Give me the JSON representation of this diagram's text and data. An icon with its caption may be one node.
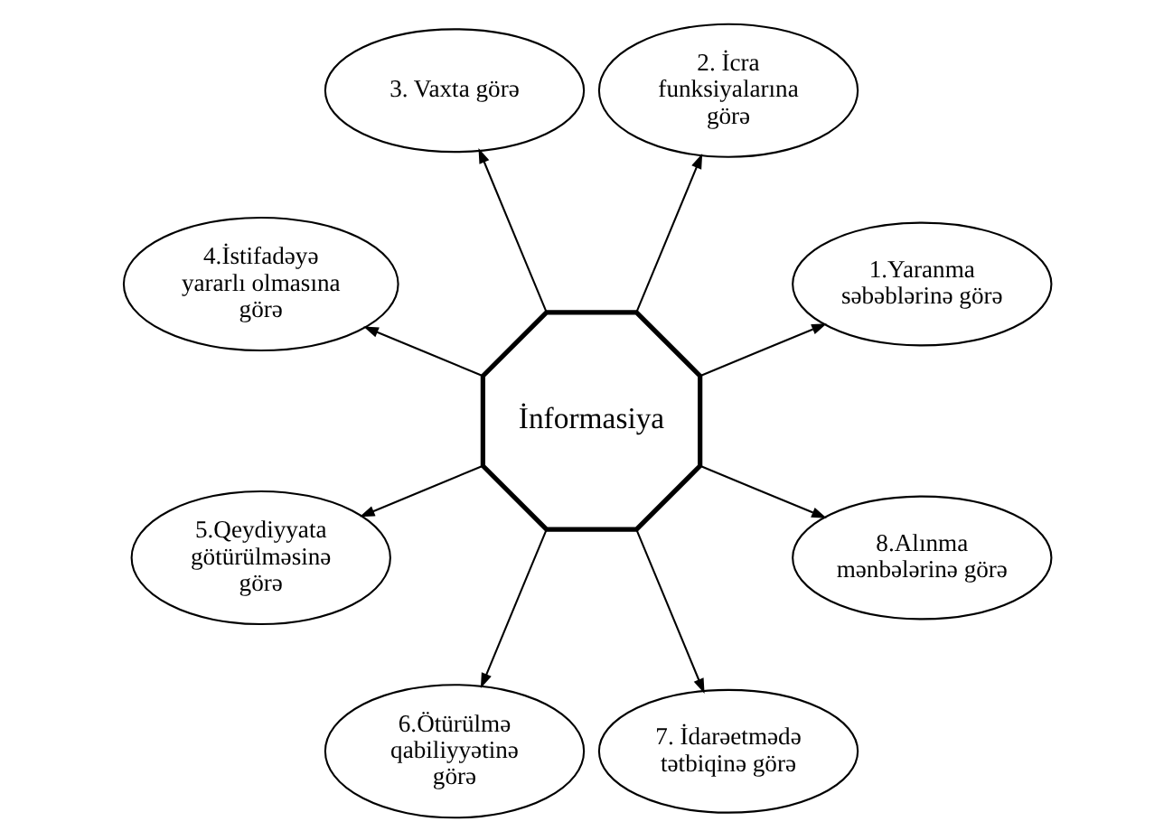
{
  "diagram": {
    "nodes": [
      {
        "text": [
          "İnformasiya"
        ]
      },
      {
        "text": [
          "1.Yaranma səbəblərinə görə"
        ]
      },
      {
        "text": [
          "2. İcra funksiyalarına görə"
        ]
      },
      {
        "text": [
          "3. Vaxta görə"
        ]
      },
      {
        "text": [
          "4.İstifadəyə yararlı olmasına görə"
        ]
      },
      {
        "text": [
          "5.Qeydiyyata götürülməsinə görə"
        ]
      },
      {
        "text": [
          "6.Ötürülmə qabiliyyətinə görə"
        ]
      },
      {
        "text": [
          "7. İdarəetmədə tətbiqinə görə"
        ]
      },
      {
        "text": [
          "8.Alınma mənbələrinə görə"
        ]
      }
    ],
    "edges": [
      {
        "from": 0,
        "to": 1,
        "arrow": "to"
      },
      {
        "from": 0,
        "to": 2,
        "arrow": "to"
      },
      {
        "from": 0,
        "to": 3,
        "arrow": "to"
      },
      {
        "from": 0,
        "to": 4,
        "arrow": "to"
      },
      {
        "from": 0,
        "to": 5,
        "arrow": "to"
      },
      {
        "from": 0,
        "to": 6,
        "arrow": "to"
      },
      {
        "from": 0,
        "to": 7,
        "arrow": "to"
      },
      {
        "from": 0,
        "to": 8,
        "arrow": "to"
      }
    ]
  }
}
